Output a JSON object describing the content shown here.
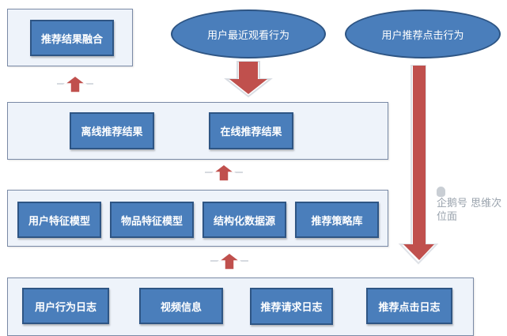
{
  "diagram": {
    "title": "推荐系统架构",
    "colors": {
      "node_fill": "#4a7ebb",
      "node_border": "#2e5584",
      "layer_fill": "#eef3fa",
      "layer_border": "#7a8aa6",
      "arrow": "#c0504d",
      "text": "#ffffff"
    },
    "top_layer": {
      "fusion": "推荐结果融合"
    },
    "inputs": {
      "recent_watch": "用户最近观看行为",
      "rec_click": "用户推荐点击行为"
    },
    "result_layer": {
      "offline": "离线推荐结果",
      "online": "在线推荐结果"
    },
    "model_layer": {
      "items": [
        "用户特征模型",
        "物品特征模型",
        "结构化数据源",
        "推荐策略库"
      ]
    },
    "data_layer": {
      "items": [
        "用户行为日志",
        "视频信息",
        "推荐请求日志",
        "推荐点击日志"
      ]
    },
    "edges": [
      {
        "from": "结果层",
        "to": "推荐结果融合",
        "direction": "up"
      },
      {
        "from": "用户最近观看行为",
        "to": "在线推荐结果",
        "direction": "down"
      },
      {
        "from": "用户推荐点击行为",
        "to": "推荐点击日志",
        "direction": "down"
      },
      {
        "from": "模型层",
        "to": "结果层",
        "direction": "up"
      },
      {
        "from": "数据层",
        "to": "模型层",
        "direction": "up"
      }
    ],
    "watermark": "企鹅号 思维次位面"
  }
}
